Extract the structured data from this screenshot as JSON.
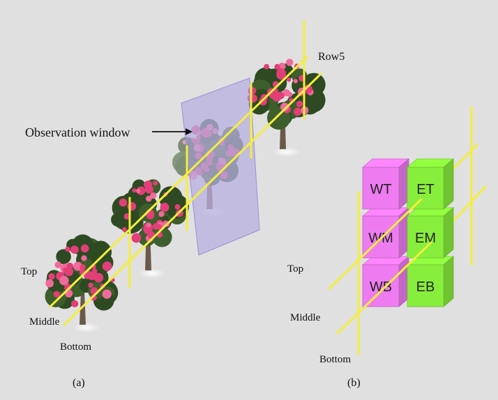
{
  "figure": {
    "panel_a": {
      "caption": "(a)",
      "row_label": "Row5",
      "window_label": "Observation window",
      "levels": [
        "Top",
        "Middle",
        "Bottom"
      ]
    },
    "panel_b": {
      "caption": "(b)",
      "levels": [
        "Top",
        "Middle",
        "Bottom"
      ],
      "cubes_west": [
        "WT",
        "WM",
        "WB"
      ],
      "cubes_east": [
        "ET",
        "EM",
        "EB"
      ]
    }
  },
  "colors": {
    "background": "#e0e0e0",
    "rail": "#f4ee3c",
    "window": "#a99fe0",
    "west_cube": "#ee7cf0",
    "east_cube": "#88ee3c",
    "blossom": "#e23f78",
    "foliage": "#2e4a22"
  }
}
